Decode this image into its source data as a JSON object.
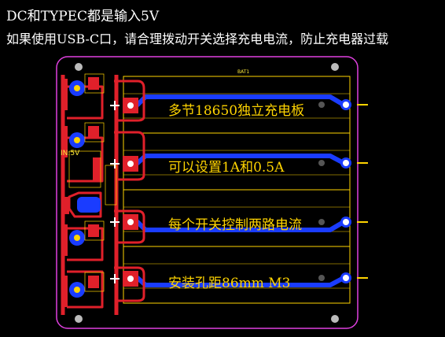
{
  "header": {
    "line1": "DC和TYPEC都是输入5V",
    "line2": "如果使用USB-C口，请合理拨动开关选择充电电流，防止充电器过载"
  },
  "annotations": {
    "label_a": "多节18650独立充电板",
    "label_b": "可以设置1A和0.5A",
    "label_c": "每个开关控制两路电流",
    "label_d": "安装孔距86mm M3"
  },
  "silkscreen": {
    "battery": "BAT1",
    "input": "IN:5V"
  },
  "colors": {
    "background": "#000000",
    "board_outline": "#e040e0",
    "copper_red": "#e0202a",
    "copper_blue": "#1a3cff",
    "silk_yellow": "#ffd400",
    "pad_white": "#ffffff"
  }
}
